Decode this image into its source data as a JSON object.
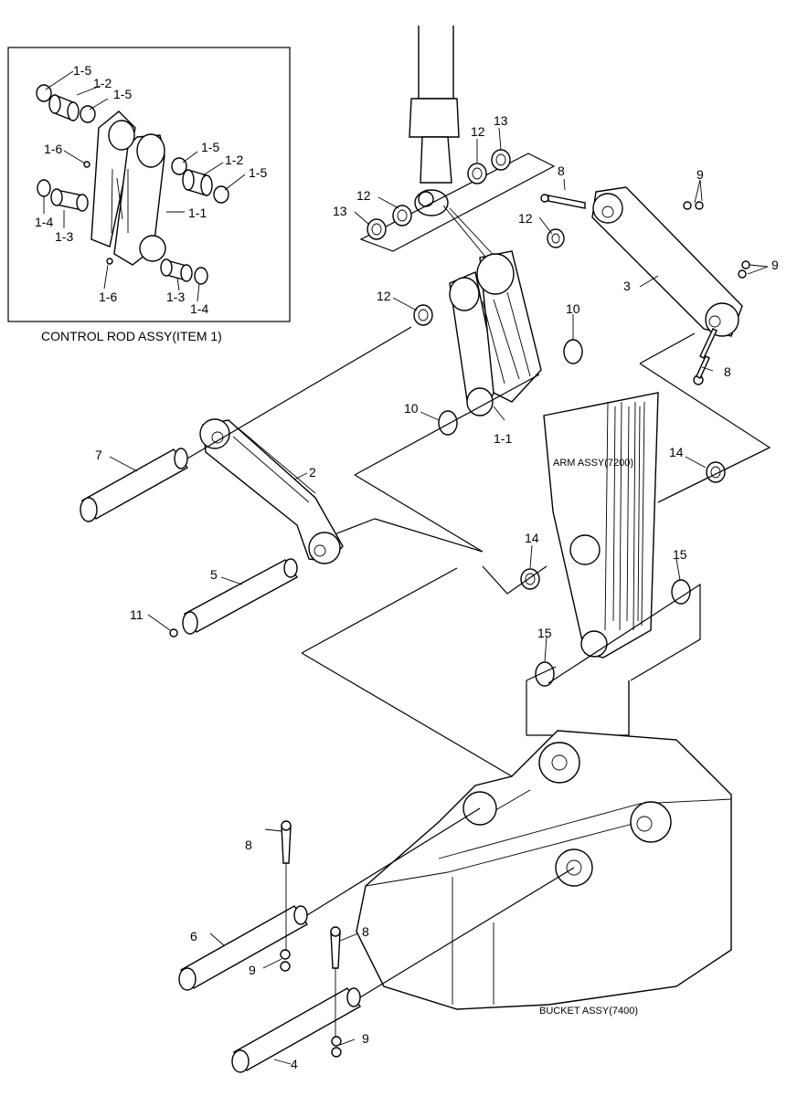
{
  "inset": {
    "caption": "CONTROL ROD ASSY(ITEM 1)",
    "labels": {
      "c1_5a": "1-5",
      "c1_2a": "1-2",
      "c1_5b": "1-5",
      "c1_6a": "1-6",
      "c1_5c": "1-5",
      "c1_2b": "1-2",
      "c1_5d": "1-5",
      "c1_1": "1-1",
      "c1_4a": "1-4",
      "c1_3a": "1-3",
      "c1_6b": "1-6",
      "c1_3b": "1-3",
      "c1_4b": "1-4"
    }
  },
  "assemblies": {
    "arm": "ARM ASSY(7200)",
    "bucket": "BUCKET ASSY(7400)"
  },
  "labels": {
    "p13a": "13",
    "p12a": "12",
    "p8a": "8",
    "p9a": "9",
    "p12b": "12",
    "p13b": "13",
    "p12c": "12",
    "p9b": "9",
    "p3": "3",
    "p12d": "12",
    "p10a": "10",
    "p8b": "8",
    "p10b": "10",
    "p1_1": "1-1",
    "p14a": "14",
    "p7": "7",
    "p2": "2",
    "p14b": "14",
    "p15a": "15",
    "p5": "5",
    "p11": "11",
    "p15b": "15",
    "p8c": "8",
    "p6": "6",
    "p9c": "9",
    "p8d": "8",
    "p9d": "9",
    "p4": "4"
  }
}
